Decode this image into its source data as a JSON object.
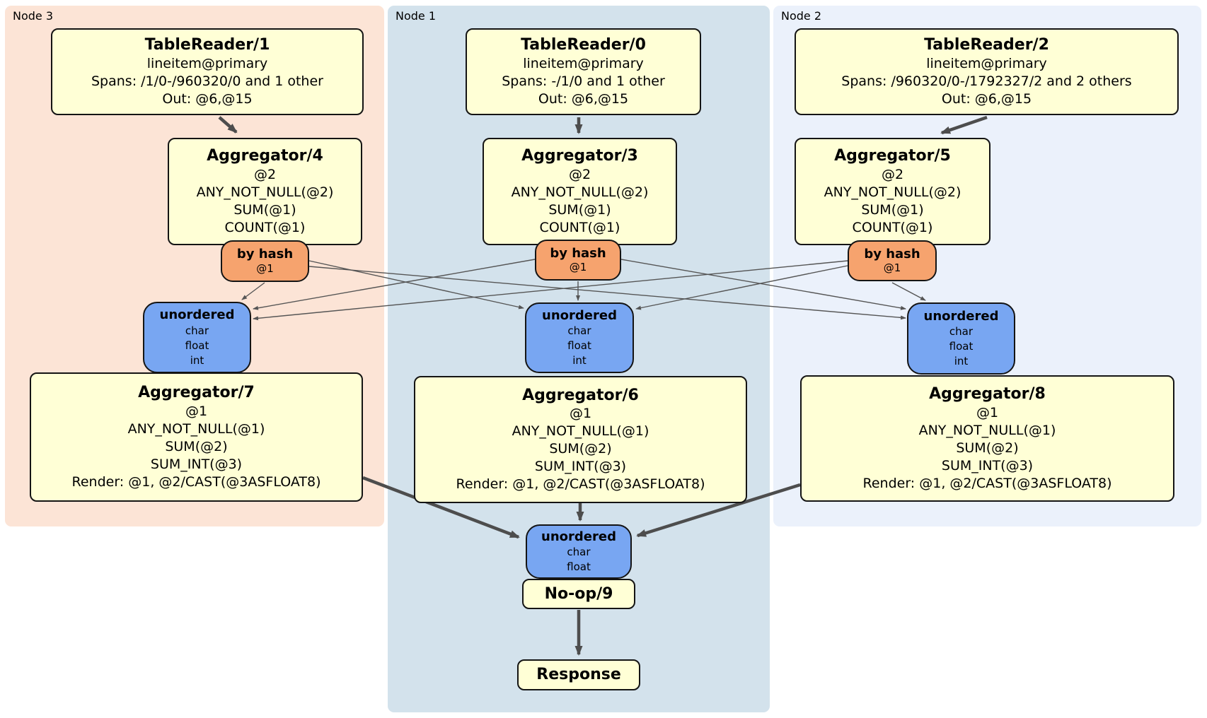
{
  "regions": [
    {
      "label": "Node 3",
      "table_reader": {
        "title": "TableReader/1",
        "lines": [
          "lineitem@primary",
          "Spans: /1/0-/960320/0 and 1 other",
          "Out: @6,@15"
        ]
      },
      "aggregator_top": {
        "title": "Aggregator/4",
        "lines": [
          "@2",
          "ANY_NOT_NULL(@2)",
          "SUM(@1)",
          "COUNT(@1)"
        ]
      },
      "hash_router": {
        "title": "by hash",
        "lines": [
          "@1"
        ]
      },
      "sync": {
        "title": "unordered",
        "lines": [
          "char",
          "float",
          "int"
        ]
      },
      "aggregator_bottom": {
        "title": "Aggregator/7",
        "lines": [
          "@1",
          "ANY_NOT_NULL(@1)",
          "SUM(@2)",
          "SUM_INT(@3)",
          "Render: @1, @2/CAST(@3ASFLOAT8)"
        ]
      }
    },
    {
      "label": "Node 1",
      "table_reader": {
        "title": "TableReader/0",
        "lines": [
          "lineitem@primary",
          "Spans: -/1/0 and 1 other",
          "Out: @6,@15"
        ]
      },
      "aggregator_top": {
        "title": "Aggregator/3",
        "lines": [
          "@2",
          "ANY_NOT_NULL(@2)",
          "SUM(@1)",
          "COUNT(@1)"
        ]
      },
      "hash_router": {
        "title": "by hash",
        "lines": [
          "@1"
        ]
      },
      "sync": {
        "title": "unordered",
        "lines": [
          "char",
          "float",
          "int"
        ]
      },
      "aggregator_bottom": {
        "title": "Aggregator/6",
        "lines": [
          "@1",
          "ANY_NOT_NULL(@1)",
          "SUM(@2)",
          "SUM_INT(@3)",
          "Render: @1, @2/CAST(@3ASFLOAT8)"
        ]
      }
    },
    {
      "label": "Node 2",
      "table_reader": {
        "title": "TableReader/2",
        "lines": [
          "lineitem@primary",
          "Spans: /960320/0-/1792327/2 and 2 others",
          "Out: @6,@15"
        ]
      },
      "aggregator_top": {
        "title": "Aggregator/5",
        "lines": [
          "@2",
          "ANY_NOT_NULL(@2)",
          "SUM(@1)",
          "COUNT(@1)"
        ]
      },
      "hash_router": {
        "title": "by hash",
        "lines": [
          "@1"
        ]
      },
      "sync": {
        "title": "unordered",
        "lines": [
          "char",
          "float",
          "int"
        ]
      },
      "aggregator_bottom": {
        "title": "Aggregator/8",
        "lines": [
          "@1",
          "ANY_NOT_NULL(@1)",
          "SUM(@2)",
          "SUM_INT(@3)",
          "Render: @1, @2/CAST(@3ASFLOAT8)"
        ]
      }
    }
  ],
  "final_stage": {
    "sync": {
      "title": "unordered",
      "lines": [
        "char",
        "float"
      ]
    },
    "noop": {
      "title": "No-op/9"
    },
    "response": {
      "title": "Response"
    }
  },
  "colors": {
    "node3_bg": "#fce4d6",
    "node1_bg": "#d3e2ec",
    "node2_bg": "#ebf1fb",
    "processor_bg": "#ffffd6",
    "router_bg": "#f6a36e",
    "sync_bg": "#78a6f2",
    "edge": "#4d4d4d"
  }
}
